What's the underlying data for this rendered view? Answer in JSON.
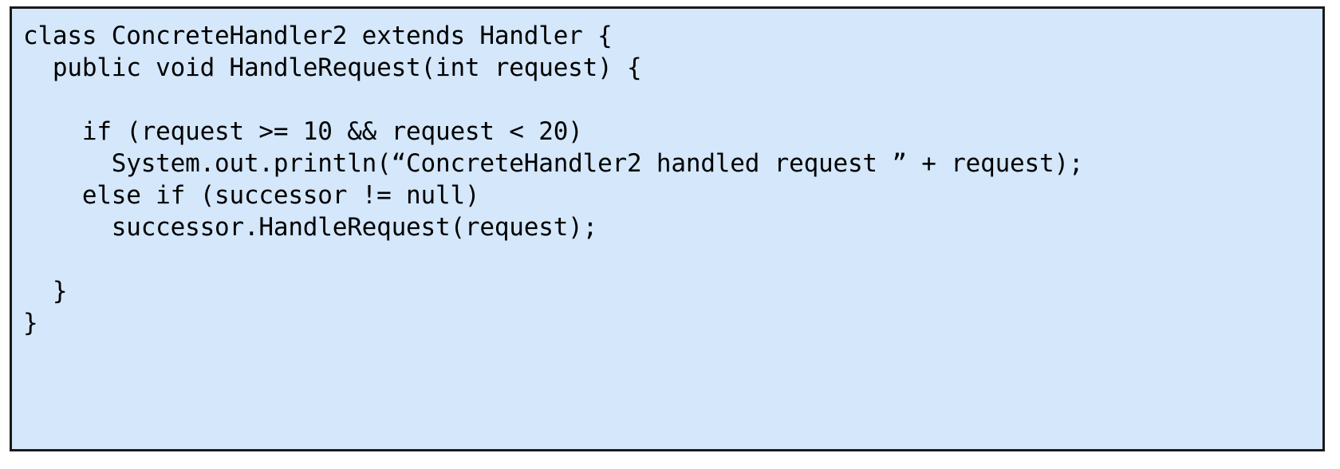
{
  "slide": {
    "panel": {
      "background_color": "#d4e7fb",
      "border_color": "#1a1a1a",
      "text_color": "#000000"
    },
    "language": "java",
    "code_lines": [
      "class ConcreteHandler2 extends Handler {",
      "  public void HandleRequest(int request) {",
      "",
      "    if (request >= 10 && request < 20)",
      "      System.out.println(“ConcreteHandler2 handled request ” + request);",
      "    else if (successor != null)",
      "      successor.HandleRequest(request);",
      "",
      "  }",
      "}"
    ]
  }
}
